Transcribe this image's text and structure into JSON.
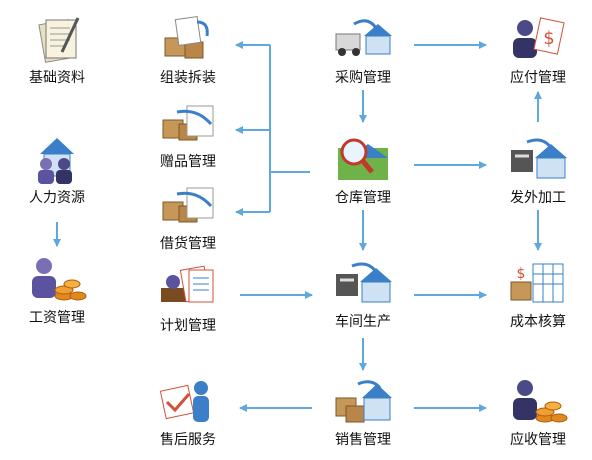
{
  "nodes": {
    "basic_data": "基础资料",
    "assembly": "组装拆装",
    "purchase": "采购管理",
    "payable": "应付管理",
    "gift": "赠品管理",
    "hr": "人力资源",
    "warehouse": "仓库管理",
    "outsource": "发外加工",
    "loan": "借货管理",
    "salary": "工资管理",
    "plan": "计划管理",
    "workshop": "车间生产",
    "cost": "成本核算",
    "after_sales": "售后服务",
    "sales": "销售管理",
    "receivable": "应收管理"
  },
  "colors": {
    "arrow": "#5ea8dc",
    "box": "#c7975a",
    "house": "#3a7fc8"
  }
}
